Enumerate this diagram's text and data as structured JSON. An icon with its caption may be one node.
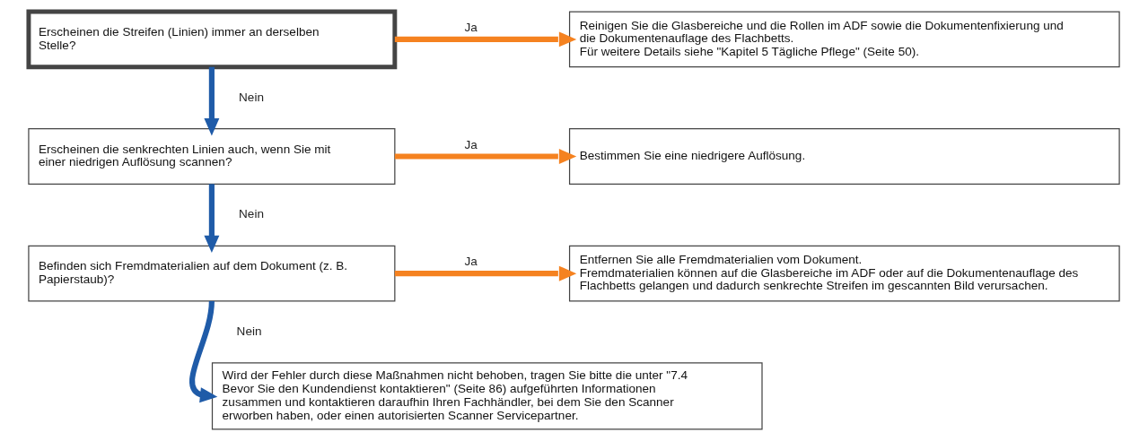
{
  "diagram": {
    "nodes": [
      {
        "text": [
          "Erscheinen die Streifen (Linien) immer an derselben Stelle?"
        ]
      },
      {
        "text": [
          "Reinigen Sie die Glasbereiche und die Rollen im ADF sowie die Dokumentenfixierung und die Dokumentenauflage des Flachbetts.",
          "Für weitere Details siehe \"Kapitel 5 Tägliche Pflege\" (Seite 50)."
        ]
      },
      {
        "text": [
          "Erscheinen die senkrechten Linien auch, wenn Sie mit einer niedrigen Auflösung scannen?"
        ]
      },
      {
        "text": [
          "Bestimmen Sie eine niedrigere Auflösung."
        ]
      },
      {
        "text": [
          "Befinden sich Fremdmaterialien auf dem Dokument (z. B. Papierstaub)?"
        ]
      },
      {
        "text": [
          "Entfernen Sie alle Fremdmaterialien vom Dokument.",
          "Fremdmaterialien können auf die Glasbereiche im ADF oder auf die Dokumentenauflage des Flachbetts gelangen und dadurch senkrechte Streifen im gescannten Bild verursachen."
        ]
      },
      {
        "text": [
          "Wird der Fehler durch diese Maßnahmen nicht behoben, tragen Sie bitte die unter \"7.4 Bevor Sie den Kundendienst kontaktieren\" (Seite 86) aufgeführten Informationen zusammen und kontaktieren daraufhin Ihren Fachhändler, bei dem Sie den Scanner erworben haben, oder einen autorisierten Scanner Servicepartner."
        ]
      }
    ],
    "edges": [
      {
        "from": 0,
        "to": 1,
        "arrow": "to",
        "label": "Ja",
        "color": "#f58220"
      },
      {
        "from": 0,
        "to": 2,
        "arrow": "to",
        "label": "Nein",
        "color": "#1f5ba8"
      },
      {
        "from": 2,
        "to": 3,
        "arrow": "to",
        "label": "Ja",
        "color": "#f58220"
      },
      {
        "from": 2,
        "to": 4,
        "arrow": "to",
        "label": "Nein",
        "color": "#1f5ba8"
      },
      {
        "from": 4,
        "to": 5,
        "arrow": "to",
        "label": "Ja",
        "color": "#f58220"
      },
      {
        "from": 4,
        "to": 6,
        "arrow": "to",
        "label": "Nein",
        "color": "#1f5ba8"
      }
    ]
  }
}
